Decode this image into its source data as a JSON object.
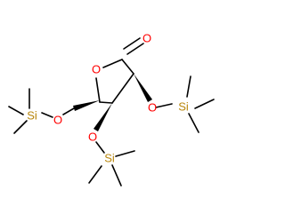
{
  "colors": {
    "background": "#ffffff",
    "bond": "#000000",
    "carbonyl_oxygen": "#ff0000",
    "ring_oxygen": "#ff0000",
    "ether_oxygen": "#ff0000",
    "silicon": "#b8860b"
  },
  "labels": {
    "carbonyl_oxygen": "O",
    "ring_oxygen": "O",
    "oxygen_c2": "O",
    "oxygen_c3": "O",
    "oxygen_c5": "O",
    "silicon_c2": "Si",
    "silicon_c3": "Si",
    "silicon_c5": "Si"
  }
}
